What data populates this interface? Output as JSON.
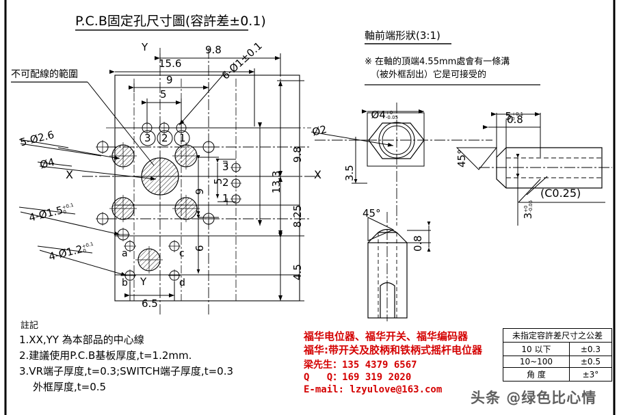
{
  "sheet": {
    "title_main": "P.C.B固定孔尺寸圖(容許差±0.1)",
    "callout_nowire": "不可配線的範圍"
  },
  "pcb_view": {
    "dims_top": [
      "9.8",
      "15.6",
      "9",
      "5"
    ],
    "dims_right": [
      "9.8",
      "13.3",
      "8.25",
      "4.5"
    ],
    "dims_inner": [
      "5",
      "9",
      "6"
    ],
    "dim_bottom": "6.5",
    "axis_labels": {
      "y_top": "Y",
      "y_bottom": "Y",
      "x_left": "X",
      "x_right": "X"
    },
    "leaders": [
      "6-Ø1±0.1",
      "5-Ø2.6",
      "Ø4",
      "4-Ø1.5",
      "4-Ø1.2"
    ],
    "leader_tol_plus": "+0.1",
    "leader_tol_minus": "0",
    "terminal_circles": [
      "3",
      "2",
      "1"
    ],
    "terminal_side": [
      "3",
      "2",
      "1"
    ],
    "pad_letters": [
      "a",
      "b",
      "c",
      "d"
    ]
  },
  "shaft_view": {
    "title": "軸前端形狀(3:1)",
    "note_line1": "※ 在軸的頂端4.55mm處會有一條溝",
    "note_line2": "（被外框刮出）它是可接受的",
    "dia_label": "Ø4",
    "dia_tol_plus": "+0",
    "dia_tol_minus": "-0.05",
    "dim_35": "3.5",
    "dia_2": "Ø2",
    "angle_45_left": "45°",
    "angle_45_right": "45°",
    "dim_5": "5",
    "dim_5_tol_plus": "+0.1",
    "dim_5_tol_minus": "0",
    "dim_08_right": "0.8",
    "dim_3": "3",
    "dim_3_tol_plus": "+0",
    "dim_3_tol_minus": "-0.05",
    "chamfer": "(C0.25)",
    "dim_08_mid": "0.8"
  },
  "notes": {
    "heading": "註記",
    "items": [
      "1.XX,YY 為本部品的中心線",
      "2.建議使用P.C.B基板厚度,t=1.2mm.",
      "3.VR端子厚度,t=0.3;SWITCH端子厚度,t=0.3",
      "外框厚度,t=0.5"
    ]
  },
  "contact": {
    "line1": "福华电位器、福华开关、福华编码器",
    "line2": "福华:带开关及胶柄和铁柄式摇杆电位器",
    "line3": "梁先生：135 4379 6567",
    "line4": "Q   Q：169 319 2020",
    "line5": "E-mail: lzyulove@163.com",
    "color": "#d40000"
  },
  "tolerance_table": {
    "header": "未指定容許差尺寸之公差",
    "rows": [
      {
        "range": "10      以下",
        "tol": "±0.3"
      },
      {
        "range": "10~100",
        "tol": "±0.5"
      },
      {
        "range": "角      度",
        "tol": "±3°"
      }
    ]
  },
  "watermark": {
    "text": "头条 @绿色比心情"
  }
}
